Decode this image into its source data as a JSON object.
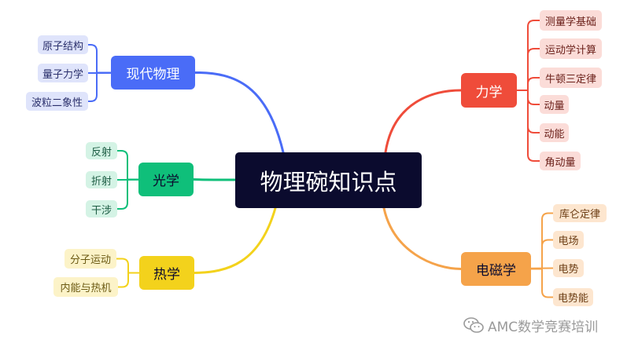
{
  "center": {
    "label": "物理碗知识点"
  },
  "colors": {
    "modern": "#4a6cf7",
    "modern_leaf": "#dfe4fb",
    "modern_leaf_text": "#2a2f6b",
    "optics": "#0fbf7a",
    "optics_leaf": "#d4f3e5",
    "optics_leaf_text": "#1e5e45",
    "thermo": "#f3d21c",
    "thermo_leaf": "#fcf3c8",
    "thermo_leaf_text": "#6b5a13",
    "mechanics": "#ef4c3a",
    "mechanics_leaf": "#fbdcd8",
    "mechanics_leaf_text": "#6b201a",
    "em": "#f5a34a",
    "em_leaf": "#fde6cf",
    "em_leaf_text": "#6b3d14"
  },
  "branches": [
    {
      "id": "modern",
      "label": "现代物理",
      "children": [
        "原子结构",
        "量子力学",
        "波粒二象性"
      ]
    },
    {
      "id": "optics",
      "label": "光学",
      "children": [
        "反射",
        "折射",
        "干涉"
      ]
    },
    {
      "id": "thermo",
      "label": "热学",
      "children": [
        "分子运动",
        "内能与热机"
      ]
    },
    {
      "id": "mechanics",
      "label": "力学",
      "children": [
        "测量学基础",
        "运动学计算",
        "牛顿三定律",
        "动量",
        "动能",
        "角动量"
      ]
    },
    {
      "id": "em",
      "label": "电磁学",
      "children": [
        "库仑定律",
        "电场",
        "电势",
        "电势能"
      ]
    }
  ],
  "watermark": {
    "text": "AMC数学竞赛培训",
    "icon": "wechat-icon"
  }
}
